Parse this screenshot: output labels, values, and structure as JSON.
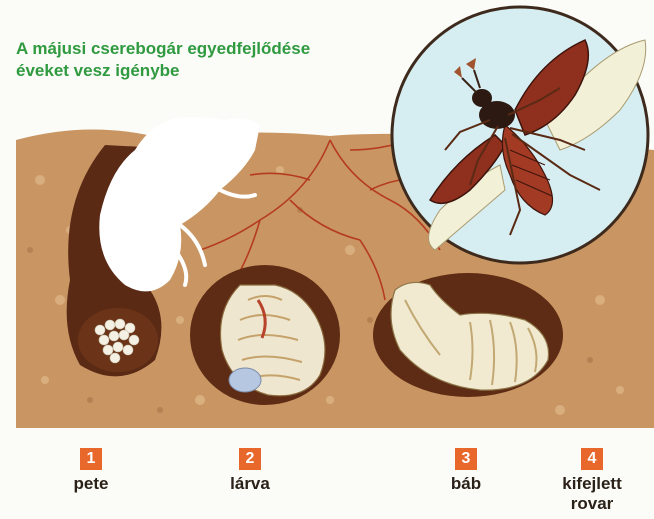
{
  "title": {
    "line1": "A májusi cserebogár egyedfejlődése",
    "line2": "éveket vesz igénybe"
  },
  "colors": {
    "title": "#2f9a3f",
    "badge": "#e8672a",
    "soil": "#c99663",
    "burrow": "#5a2a15",
    "roots": "#b53b1e"
  },
  "stages": [
    {
      "number": "1",
      "name": "pete"
    },
    {
      "number": "2",
      "name": "lárva"
    },
    {
      "number": "3",
      "name": "báb"
    },
    {
      "number": "4",
      "name": "kifejlett\nrovar"
    }
  ]
}
